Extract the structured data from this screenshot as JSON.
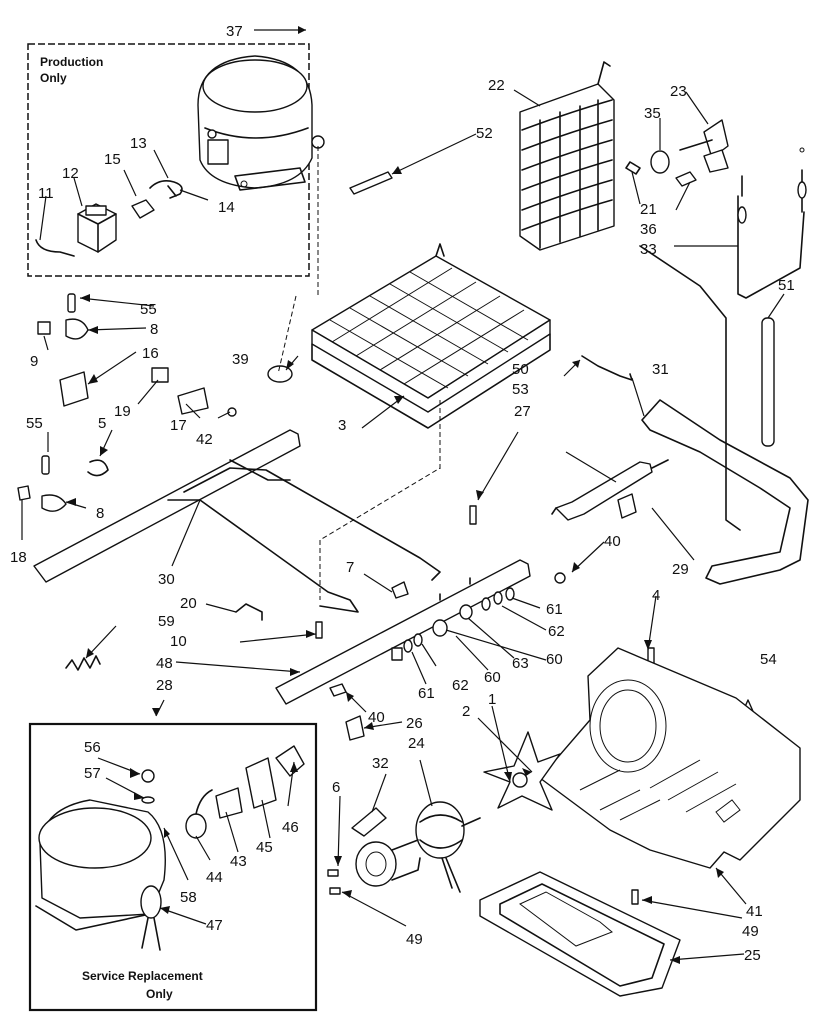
{
  "diagram": {
    "boxes": {
      "production_title": "Production",
      "production_subtitle": "Only",
      "service_title": "Service Replacement",
      "service_subtitle": "Only"
    },
    "callouts": [
      "37",
      "22",
      "23",
      "35",
      "52",
      "13",
      "15",
      "12",
      "11",
      "14",
      "21",
      "36",
      "33",
      "51",
      "55",
      "8",
      "39",
      "16",
      "9",
      "19",
      "17",
      "42",
      "3",
      "50",
      "31",
      "53",
      "5",
      "55",
      "27",
      "8",
      "18",
      "29",
      "30",
      "7",
      "40",
      "4",
      "20",
      "61",
      "59",
      "10",
      "62",
      "48",
      "63",
      "60",
      "54",
      "28",
      "61",
      "62",
      "60",
      "1",
      "2",
      "40",
      "26",
      "24",
      "56",
      "32",
      "57",
      "6",
      "46",
      "45",
      "43",
      "44",
      "58",
      "47",
      "41",
      "49",
      "49",
      "25"
    ],
    "colors": {
      "ink": "#111111",
      "paper": "#ffffff"
    }
  }
}
